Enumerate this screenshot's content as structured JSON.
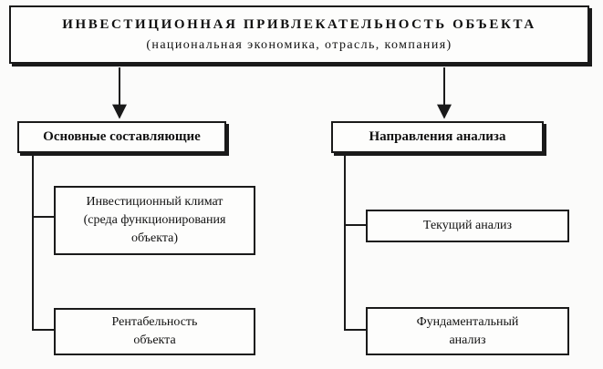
{
  "title": {
    "line1": "ИНВЕСТИЦИОННАЯ ПРИВЛЕКАТЕЛЬНОСТЬ ОБЪЕКТА",
    "line2": "(национальная экономика, отрасль, компания)"
  },
  "left_branch": {
    "header": "Основные составляющие",
    "items": [
      "Инвестиционный климат\n(среда функционирования\nобъекта)",
      "Рентабельность\nобъекта"
    ]
  },
  "right_branch": {
    "header": "Направления анализа",
    "items": [
      "Текущий анализ",
      "Фундаментальный\nанализ"
    ]
  }
}
